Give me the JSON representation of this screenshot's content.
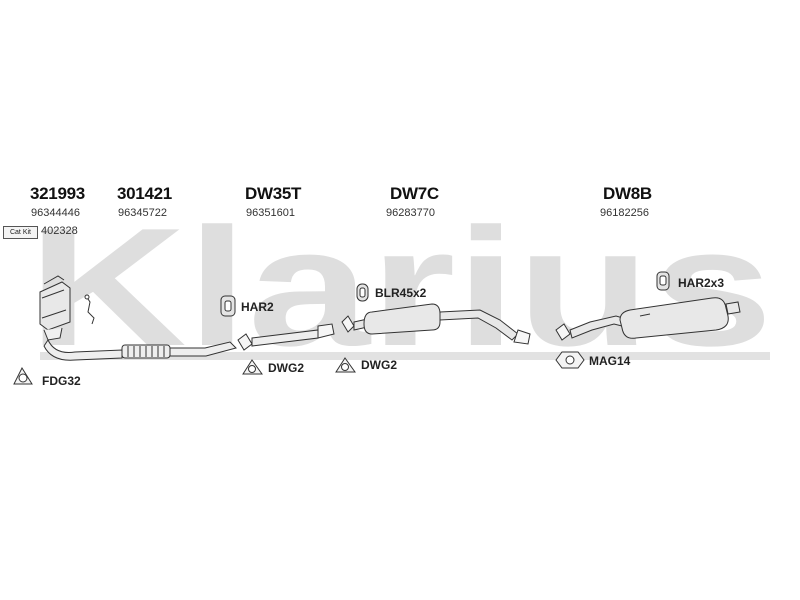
{
  "watermark": {
    "text": "Klarius",
    "color": "#dcdcdc"
  },
  "colors": {
    "parts": "#333333",
    "fill": "#e8e8e8"
  },
  "cat_kit": {
    "badge": "Cat Kit",
    "number": "402328"
  },
  "sections": [
    {
      "code": "321993",
      "number": "96344446"
    },
    {
      "code": "301421",
      "number": "96345722"
    },
    {
      "code": "DW35T",
      "number": "96351601"
    },
    {
      "code": "DW7C",
      "number": "96283770"
    },
    {
      "code": "DW8B",
      "number": "96182256"
    }
  ],
  "fittings": {
    "fdg": "FDG32",
    "har": "HAR2",
    "dwg_a": "DWG2",
    "dwg_b": "DWG2",
    "blr": "BLR45x2",
    "mag": "MAG14",
    "har3": "HAR2x3"
  }
}
